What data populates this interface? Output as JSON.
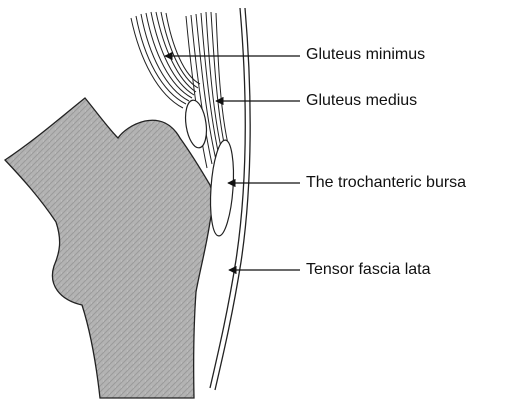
{
  "labels": [
    "Gluteus minimus",
    "Gluteus medius",
    "The trochanteric bursa",
    "Tensor fascia lata"
  ]
}
